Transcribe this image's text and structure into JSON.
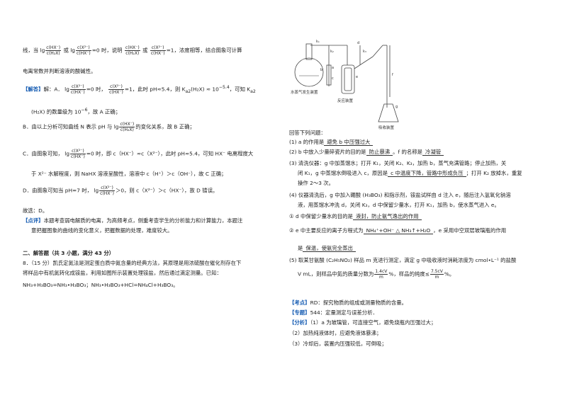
{
  "left": {
    "l1a": "线，当",
    "l1b": "或",
    "l1c": "=0 时，说明",
    "l1d": "或",
    "l1e": "=1，浓度相等，结合图象可计算",
    "f_hx_h2x_num": "c(HX⁻)",
    "f_hx_h2x_den": "c(H₂X)",
    "f_x_hx_num": "c(X²⁻)",
    "f_x_hx_den": "c(HX⁻)",
    "lg": "lg",
    "l2": "电离常数并判断溶液的酸碱性。",
    "ans_tag": "【解答】",
    "l3a": "解：A．",
    "l3b": "=0 时，",
    "l3c": "=1，此时 pH≈5.4，则 K",
    "l3d": "a2",
    "l3e": "(H₂X) ≈ 10",
    "l3f": "−5.4",
    "l3g": "，可知 K",
    "l3h": "a2",
    "l4": "(H₂X) 的数量级为 10",
    "l4b": "−6",
    "l4c": "，故 A 正确；",
    "l5a": "B．由以上分析可知曲线 N 表示 pH 与",
    "l5b": "的变化关系，故 B 正确；",
    "l6a": "C．由图象可知，",
    "l6b": "=0 时，即 c（HX⁻）≈c（X²⁻），此时 pH≈5.4，可知 HX⁻ 电离程度大",
    "l7": "于 X²⁻ 水解程度，则 NaHX 溶液呈酸性，溶液中 c（H⁺）＞c（OH⁻），故 C 正确；",
    "l8a": "D．由图象可知当 pH=7 时，",
    "l8b": "＞0，则 c（X²⁻）＞c（HX⁻），故 D 错误。",
    "l9": "故选：D。",
    "comment_tag": "【点评】",
    "l10": "本题考查弱电解质的电离，为高频考点，侧重考查学生的分析能力和计算能力，本题注",
    "l11": "意把握图象的曲线的变化意义，把握数据的处理，难度较大。",
    "section": "二、解答题（共 3 小题，满分 43 分）",
    "l12": "8．（15 分）凯氏定氮法是测定蛋白质中氮含量的经典方法，其原理是用浓硫酸在催化剂存在下",
    "l13": "将样品中有机氮转化成铵盐，利用如图所示装置处理铵盐，然后通过滴定测量。已知：",
    "l14": "NH₃+H₃BO₃=NH₃•H₃BO₃；NH₃•H₃BO₃+HCl=NH₄Cl+H₃BO₃。"
  },
  "right": {
    "diagram_labels": {
      "k1": "k₁",
      "k2": "k₂",
      "k3": "k₃",
      "a": "a",
      "b": "b",
      "c": "c",
      "d": "d",
      "e": "e",
      "f": "f",
      "g": "g",
      "cap1": "水蒸气发生装置",
      "cap2": "反应装置",
      "cap3": "吸收装置"
    },
    "q": "回答下列问题：",
    "r1a": "(1) a 的作用是",
    "r1b": "避免 b 中压强过大",
    "r2a": "(2) b 中放入少量碎瓷片的目的是",
    "r2b": "防止暴沸",
    "r2c": "。f 的名称是",
    "r2d": "冷凝管",
    "r3a": "(3) 清洗仪器：g 中加蒸馏水；打开 K₁，关闭 K₂、K₃，加热 b，蒸气充满管路；停止加热，关",
    "r4a": "闭 K₁，g 中蒸馏水倒吸进入 c，原因是",
    "r4b": "c 中温度下降，管路中形成负压",
    "r4c": "；打开 K₂ 放掉水，重复",
    "r5": "操作 2～3 次。",
    "r6": "(4) 仪器清洗后，g 中加入硼酸 (H₃BO₃) 和指示剂，铵盐试样由 d 注入 e，随后注入氢氧化钠溶",
    "r7": "液，用蒸馏水冲洗 d，关闭 K₃，d 中保留少量水，打开 K₁，加热 b，使水蒸气进入 e。",
    "r8a": "① d 中保留少量水的目的是",
    "r8b": "液封，防止氨气逸出的作用",
    "r9a": "② e 中主要反应的离子方程式为",
    "r9b": "NH₄⁺+OH⁻",
    "r9c": "△",
    "r9d": "NH₃↑+H₂O",
    "r9e": "，e 采用中空双层玻璃瓶的作用",
    "r10a": "是",
    "r10b": "保温，使氨完全蒸出",
    "r11": "(5) 取某甘氨酸 (C₂H₅NO₂) 样品 m 克进行测定，滴定 g 中吸收液时消耗浓度为 cmol•L⁻¹ 的盐酸",
    "r12a": "V mL，则样品中氮的质量分数为",
    "r12n": "1.4cV",
    "r12d": "m",
    "r12b": "%，样品的纯度≤",
    "r12n2": "7.5cV",
    "r12d2": "m",
    "r12c": "%。",
    "kd_tag": "【考点】",
    "kd": "RD：探究物质的组成或测量物质的含量。",
    "zt_tag": "【专题】",
    "zt": "544：定量测定与误差分析．",
    "fx_tag": "【分析】",
    "fx1": "（1）a 为玻璃管，可连接空气，避免烧瓶内压强过大；",
    "fx2": "（2）加热纯液体时，应避免液体暴沸；",
    "fx3": "（3）冷却后，装置内压强较低，可倒吸；"
  }
}
